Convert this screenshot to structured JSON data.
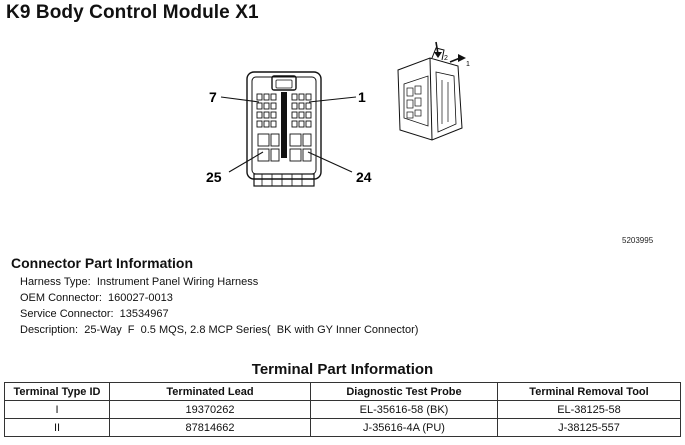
{
  "page": {
    "title": "K9 Body Control Module X1",
    "figure_id": "5203995"
  },
  "diagram": {
    "callouts": {
      "top_left": "7",
      "top_right": "1",
      "bottom_left": "25",
      "bottom_right": "24"
    },
    "side_view_arrows": {
      "arrow_1": "1",
      "arrow_2": "2"
    }
  },
  "connector_info": {
    "heading": "Connector Part Information",
    "items": [
      {
        "label": "Harness Type:",
        "value": "Instrument Panel Wiring Harness"
      },
      {
        "label": "OEM Connector:",
        "value": "160027-0013"
      },
      {
        "label": "Service Connector:",
        "value": "13534967"
      },
      {
        "label": "Description:",
        "value": "25-Way  F  0.5 MQS, 2.8 MCP Series(  BK with GY Inner Connector)"
      }
    ]
  },
  "terminal_info": {
    "heading": "Terminal Part Information",
    "columns": [
      "Terminal Type ID",
      "Terminated Lead",
      "Diagnostic Test Probe",
      "Terminal Removal Tool"
    ],
    "rows": [
      [
        "I",
        "19370262",
        "EL-35616-58 (BK)",
        "EL-38125-58"
      ],
      [
        "II",
        "87814662",
        "J-35616-4A (PU)",
        "J-38125-557"
      ]
    ]
  }
}
